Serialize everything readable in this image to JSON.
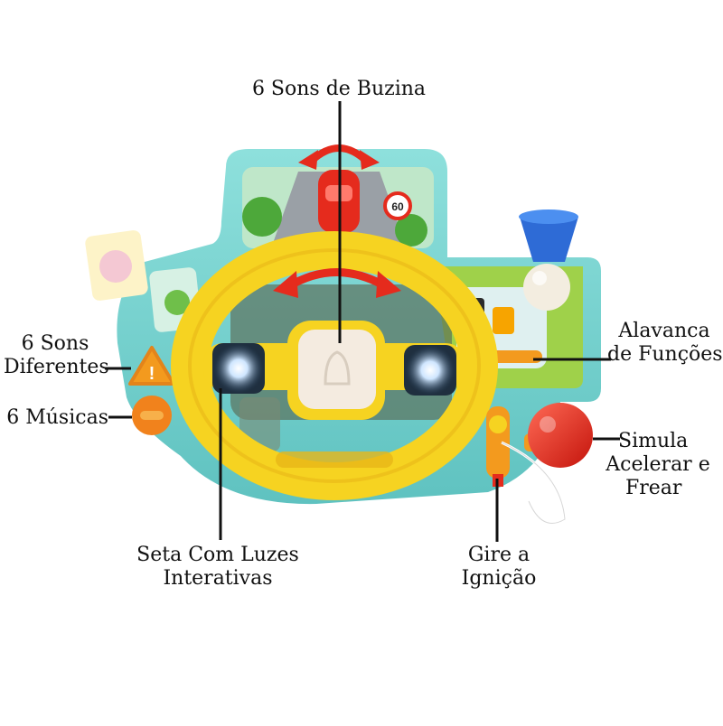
{
  "labels": {
    "buzina": "6 Sons de Buzina",
    "sons_line1": "6 Sons",
    "sons_line2": "Diferentes",
    "musicas": "6 Músicas",
    "alavanca_line1": "Alavanca",
    "alavanca_line2": "de Funções",
    "simula_line1": "Simula",
    "simula_line2": "Acelerar e",
    "simula_line3": "Frear",
    "seta_line1": "Seta Com Luzes",
    "seta_line2": "Interativas",
    "gire_line1": "Gire a",
    "gire_line2": "Ignição"
  },
  "toy": {
    "speed_sign": "60"
  },
  "colors": {
    "body_teal": "#7fd3cf",
    "wheel_yellow": "#f6d321",
    "accent_red": "#e52b1d",
    "button_orange": "#f39a1e",
    "lever_green": "#a6d64a"
  }
}
